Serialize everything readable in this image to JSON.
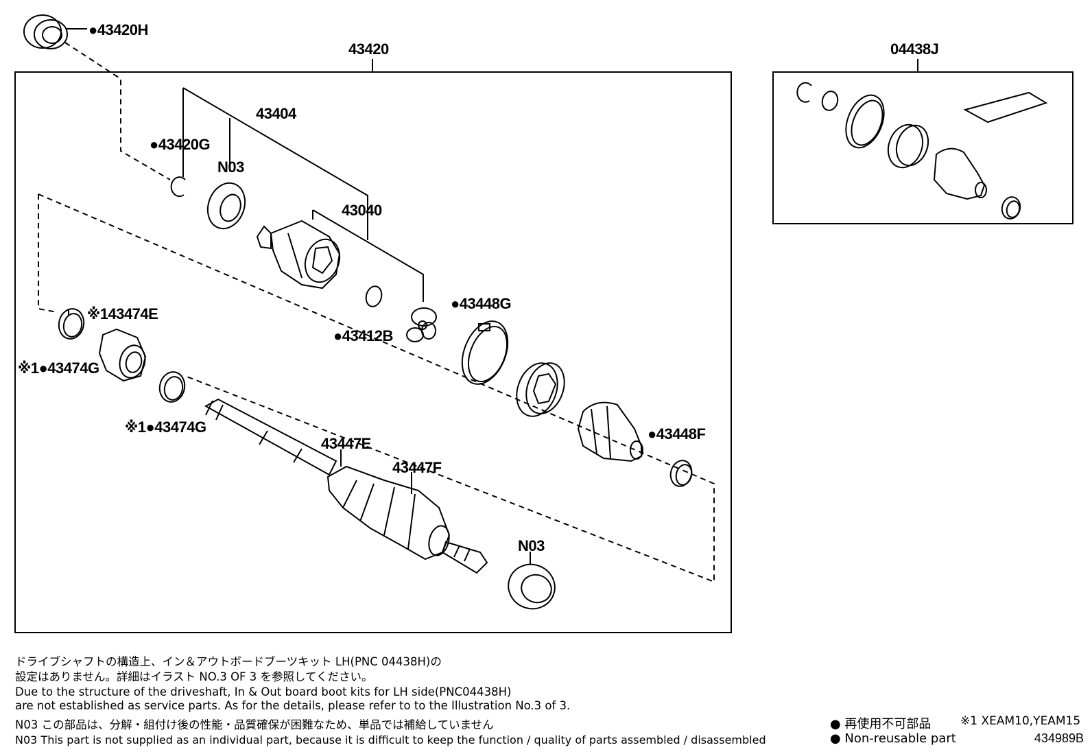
{
  "labels": {
    "43420H": "●43420H",
    "43420": "43420",
    "04438J": "04438J",
    "43404": "43404",
    "43420G": "●43420G",
    "N03_top": "N03",
    "43040": "43040",
    "43474E": "※143474E",
    "43474G_a": "※1●43474G",
    "43474G_b": "※1●43474G",
    "43448G": "●43448G",
    "43412B": "●43412B",
    "43447E": "43447E",
    "43447F": "43447F",
    "43448F": "●43448F",
    "N03_bottom": "N03"
  },
  "notes": {
    "jp_line1": "ドライブシャフトの構造上、イン＆アウトボードブーツキット LH(PNC 04438H)の",
    "jp_line2": "設定はありません。詳細はイラスト NO.3 OF 3 を参照してください。",
    "en_line1": "Due to the structure of the driveshaft, In & Out board  boot kits for LH side(PNC04438H)",
    "en_line2": "are not established as service parts. As for the details, please refer to to the Illustration No.3 of 3.",
    "n03_jp": "N03 この部品は、分解・組付け後の性能・品質確保が困難なため、単品では補給していません",
    "n03_en": "N03 This part is not supplied as an  individual part, because it is difficult to keep the function / quality of parts assembled / disassembled"
  },
  "legend": {
    "nonreusable_jp": "● 再使用不可部品",
    "footnote": "※1 XEAM10,YEAM15",
    "nonreusable_en": "● Non-reusable part"
  },
  "drawing_number": "434989B"
}
